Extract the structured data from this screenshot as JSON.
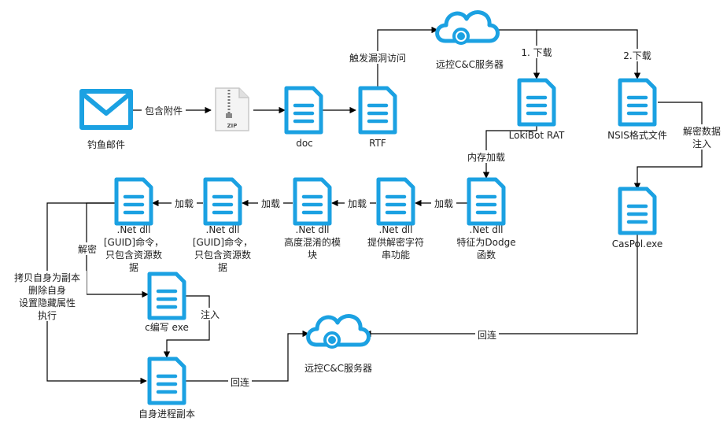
{
  "colors": {
    "accent": "#1ba1e2",
    "line": "#000000",
    "text": "#222222"
  },
  "nodes": {
    "phish_mail": {
      "label": [
        "钓鱼邮件"
      ],
      "icon": "envelope-icon"
    },
    "zip": {
      "label": [],
      "icon": "zip-file-icon",
      "badge": "ZIP"
    },
    "doc": {
      "label": [
        "doc"
      ],
      "icon": "document-icon"
    },
    "rtf": {
      "label": [
        "RTF"
      ],
      "icon": "document-icon"
    },
    "cc_top": {
      "label": [
        "远控C&C服务器"
      ],
      "icon": "cloud-icon"
    },
    "lokibot": {
      "label": [
        "LokiBot  RAT"
      ],
      "icon": "document-icon"
    },
    "nsis": {
      "label": [
        "NSIS格式文件"
      ],
      "icon": "document-icon"
    },
    "caspol": {
      "label": [
        "CasPol.exe"
      ],
      "icon": "document-icon"
    },
    "dll_dodge": {
      "label": [
        ".Net dll",
        "特征为Dodge",
        "函数"
      ],
      "icon": "document-icon"
    },
    "dll_decrypt": {
      "label": [
        ".Net  dll",
        "提供解密字符",
        "串功能"
      ],
      "icon": "document-icon"
    },
    "dll_obf": {
      "label": [
        ".Net  dll",
        "高度混淆的模",
        "块"
      ],
      "icon": "document-icon"
    },
    "dll_guid2": {
      "label": [
        ".Net  dll",
        "[GUID]命令，",
        "只包含资源数",
        "据"
      ],
      "icon": "document-icon"
    },
    "dll_guid1": {
      "label": [
        ".Net  dll",
        "[GUID]命令，",
        "只包含资源数",
        "据"
      ],
      "icon": "document-icon"
    },
    "c_exe": {
      "label": [
        "c编写 exe"
      ],
      "icon": "document-icon"
    },
    "self_copy": {
      "label": [
        "自身进程副本"
      ],
      "icon": "document-icon"
    },
    "cc_bottom": {
      "label": [
        "远控C&C服务器"
      ],
      "icon": "cloud-icon"
    }
  },
  "edge_labels": {
    "contains_attachment": "包含附件",
    "trigger_vuln": "触发漏洞访问",
    "download1": "1. 下载",
    "download2": "2.下载",
    "decrypt_inject": [
      "解密数据",
      "注入"
    ],
    "mem_load": "内存加载",
    "load1": "加载",
    "load2": "加载",
    "load3": "加载",
    "load4": "加载",
    "decrypt": "解密",
    "inject": "注入",
    "callback_caspol": "回连",
    "callback_self": "回连"
  },
  "side_note": [
    "拷贝自身为副本",
    "删除自身",
    "设置隐藏属性",
    "执行"
  ]
}
